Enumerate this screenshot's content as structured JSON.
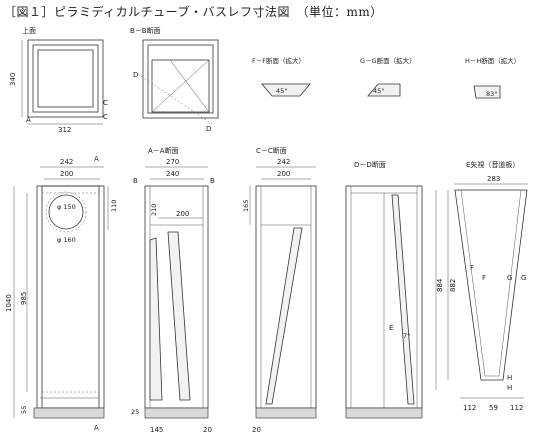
{
  "title": "［図１］ピラミディカルチューブ・バスレフ寸法図　（単位：mm）",
  "views": {
    "top": "上面",
    "bb": "B－B断面",
    "ff": "F－F断面（拡大）",
    "gg": "G－G断面（拡大）",
    "hh": "H－H断面（拡大）",
    "aa": "A－A断面",
    "cc": "C－C断面",
    "dd": "D－D断面",
    "e": "E矢視（音道板）"
  },
  "angles": {
    "ff": "45°",
    "gg": "45°",
    "hh": "83°",
    "e": "7°"
  },
  "dims": {
    "top_w": "312",
    "top_h": "340",
    "front_w_outer": "242",
    "front_w_inner": "200",
    "front_110": "110",
    "front_h_total": "1040",
    "front_h_inner": "985",
    "front_55": "55",
    "phi150": "φ 150",
    "phi160": "φ 160",
    "aa_270": "270",
    "aa_240": "240",
    "aa_210": "210",
    "aa_200": "200",
    "aa_145": "145",
    "aa_20": "20",
    "aa_25": "25",
    "cc_242": "242",
    "cc_200": "200",
    "cc_165": "165",
    "cc_20": "20",
    "e_283": "283",
    "e_884": "884",
    "e_882": "882",
    "e_112a": "112",
    "e_59": "59",
    "e_112b": "112"
  },
  "letters": {
    "A": "A",
    "B": "B",
    "C": "C",
    "D": "D",
    "E": "E",
    "F": "F",
    "G": "G",
    "H": "H"
  }
}
